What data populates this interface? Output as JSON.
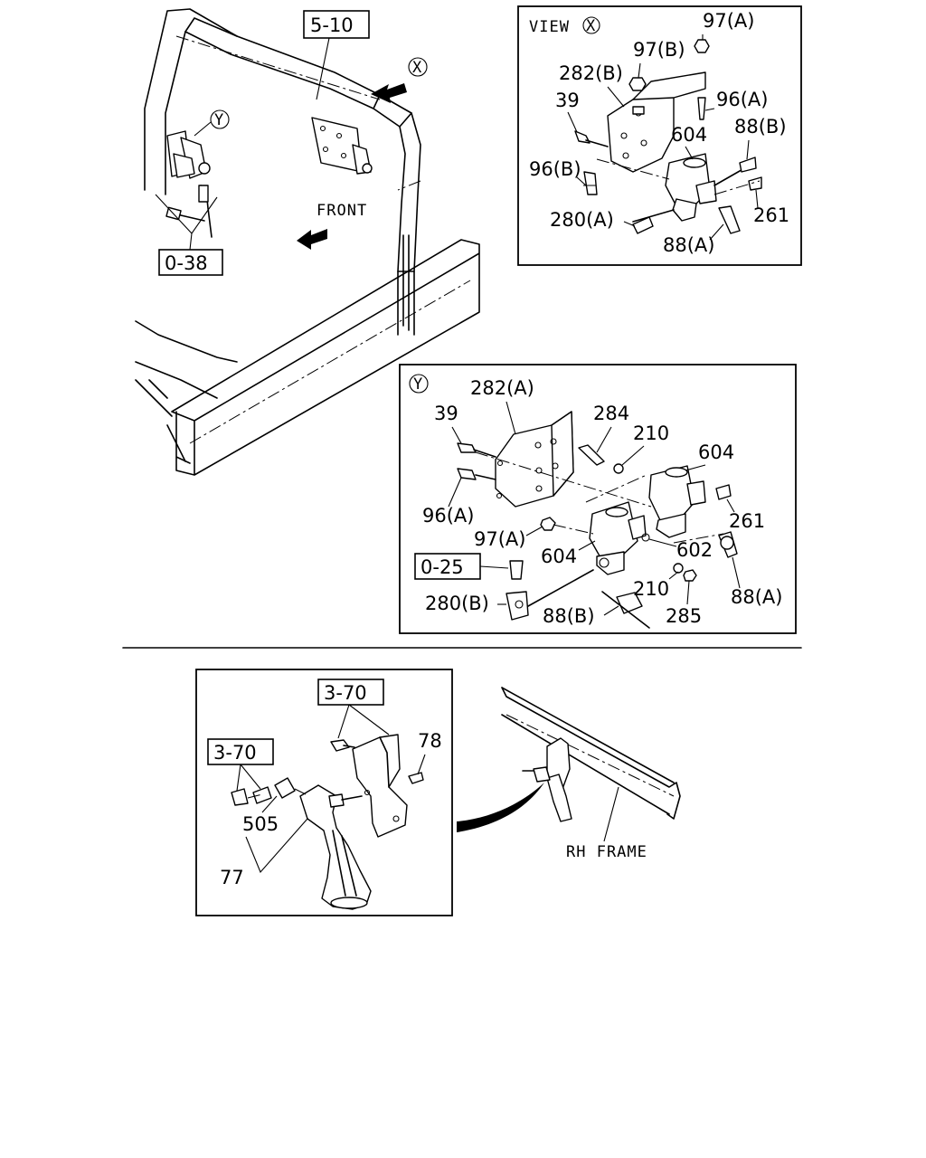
{
  "diagram": {
    "main": {
      "ref_frame": "5-10",
      "ref_hose": "0-38",
      "view_x_marker": "X",
      "view_y_marker": "Y",
      "direction_label": "FRONT"
    },
    "view_x": {
      "title": "VIEW",
      "marker": "X",
      "parts": [
        "97(A)",
        "97(B)",
        "282(B)",
        "39",
        "96(A)",
        "604",
        "88(B)",
        "96(B)",
        "261",
        "280(A)",
        "88(A)"
      ]
    },
    "view_y": {
      "marker": "Y",
      "ref": "0-25",
      "parts": [
        "282(A)",
        "39",
        "284",
        "210",
        "604",
        "96(A)",
        "261",
        "97(A)",
        "604",
        "602",
        "88(A)",
        "210",
        "280(B)",
        "88(B)",
        "285"
      ]
    },
    "horn": {
      "refs": [
        "3-70",
        "3-70"
      ],
      "parts": [
        "78",
        "505",
        "77"
      ],
      "frame_label": "RH FRAME"
    }
  }
}
